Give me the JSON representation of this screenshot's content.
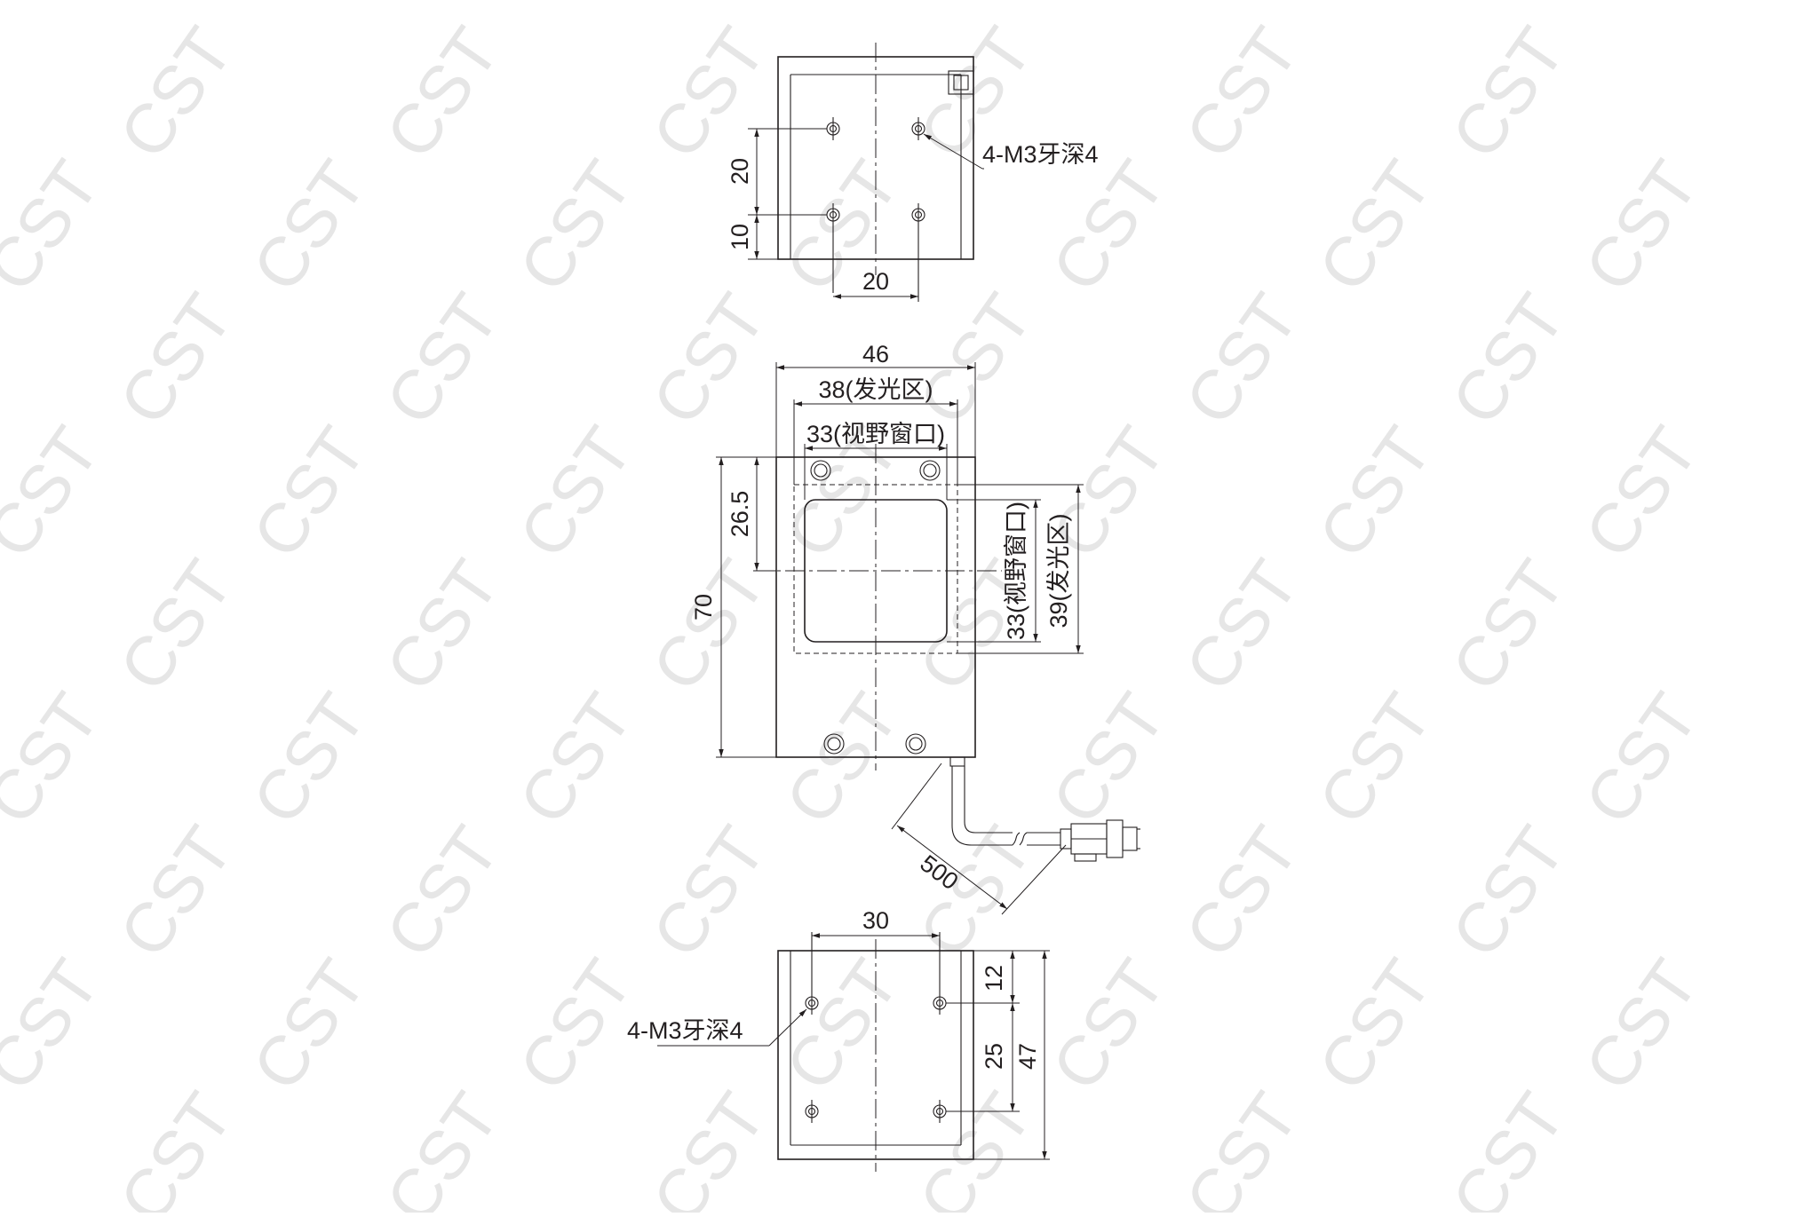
{
  "watermark": {
    "text": "CST",
    "color": "#e6e6e6"
  },
  "top_view": {
    "dim_v_20": "20",
    "dim_v_10": "10",
    "dim_h_20": "20",
    "hole_note": "4-M3牙深4"
  },
  "front_view": {
    "dim_width_46": "46",
    "dim_emit_38": "38(发光区)",
    "dim_window_33": "33(视野窗口)",
    "dim_offset_26_5": "26.5",
    "dim_height_70": "70",
    "dim_window_v": "33(视野窗口)",
    "dim_emit_v": "39(发光区)",
    "dim_cable_500": "500"
  },
  "bottom_view": {
    "dim_h_30": "30",
    "dim_v_12": "12",
    "dim_v_25": "25",
    "dim_v_47": "47",
    "hole_note": "4-M3牙深4"
  },
  "colors": {
    "line": "#231f20",
    "background": "#ffffff"
  }
}
